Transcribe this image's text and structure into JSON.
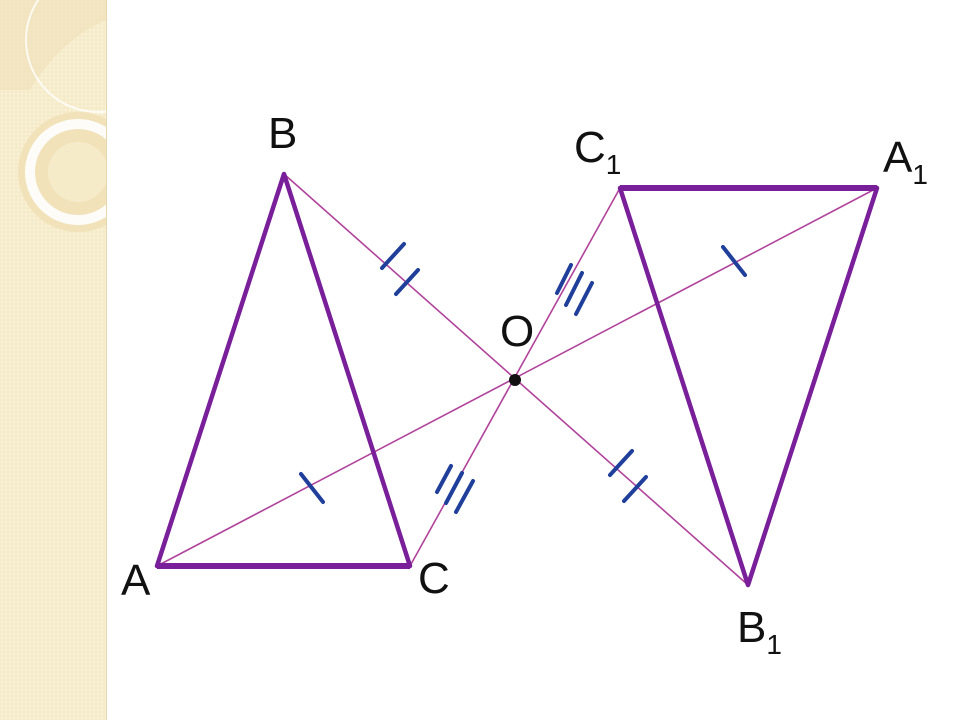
{
  "labels": {
    "A": "A",
    "B": "B",
    "C": "C",
    "O": "O",
    "A1_base": "A",
    "A1_sub": "1",
    "B1_base": "B",
    "B1_sub": "1",
    "C1_base": "C",
    "C1_sub": "1"
  },
  "colors": {
    "triangle": "#7a1f9a",
    "construction": "#b0439c",
    "tick": "#1f3f9a",
    "point": "#111111",
    "panel": "#f6ebc9"
  }
}
